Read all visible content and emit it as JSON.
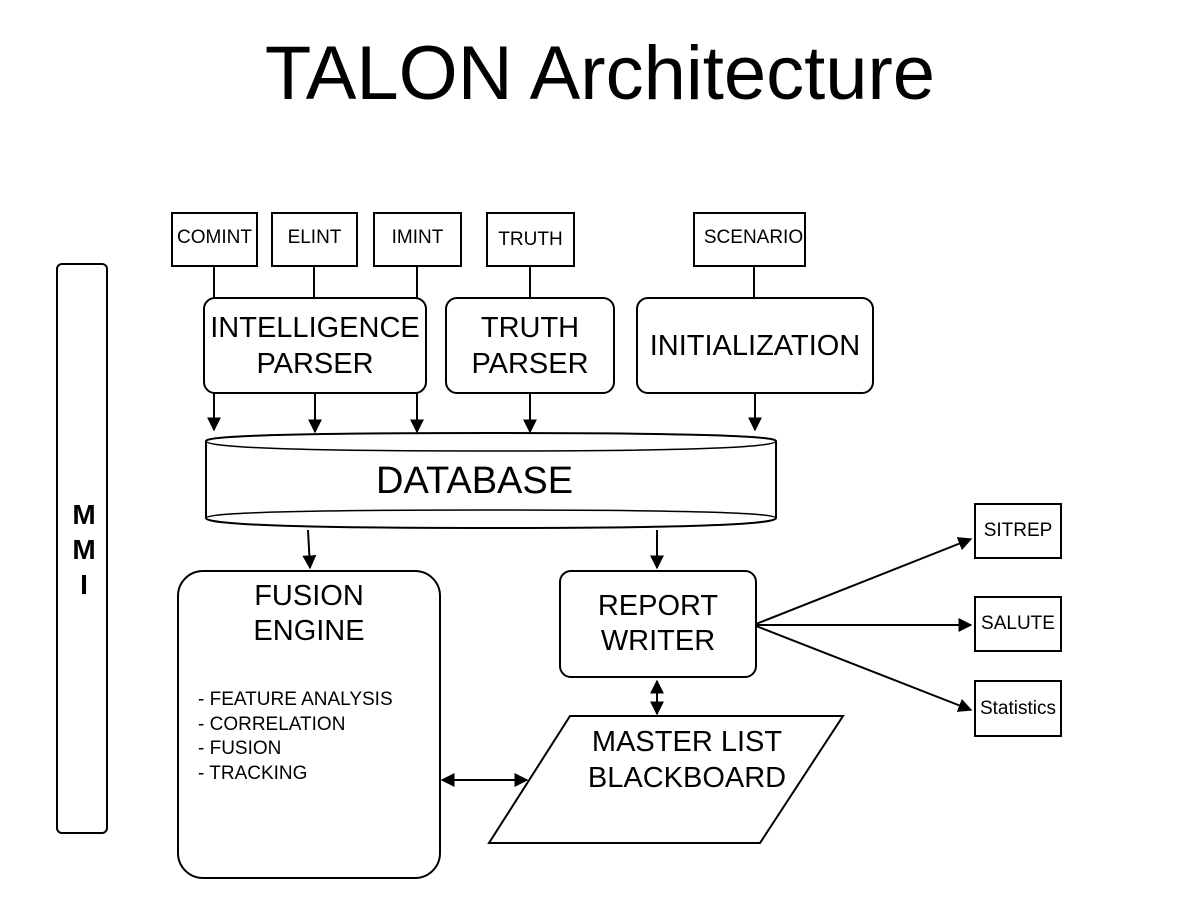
{
  "title": "TALON Architecture",
  "sources": {
    "comint": "COMINT",
    "elint": "ELINT",
    "imint": "IMINT",
    "truth": "TRUTH",
    "scenario": "SCENARIO"
  },
  "parsers": {
    "intelligence": [
      "INTELLIGENCE",
      "PARSER"
    ],
    "truth": [
      "TRUTH",
      "PARSER"
    ],
    "initialization": "INITIALIZATION"
  },
  "database": "DATABASE",
  "mmi": [
    "M",
    "M",
    "I"
  ],
  "fusion_engine": {
    "title": [
      "FUSION",
      "ENGINE"
    ],
    "items": [
      "- FEATURE ANALYSIS",
      "- CORRELATION",
      "- FUSION",
      "- TRACKING"
    ]
  },
  "report_writer": [
    "REPORT",
    "WRITER"
  ],
  "master_list": [
    "MASTER LIST",
    "BLACKBOARD"
  ],
  "outputs": {
    "sitrep": "SITREP",
    "salute": "SALUTE",
    "statistics": "Statistics"
  }
}
